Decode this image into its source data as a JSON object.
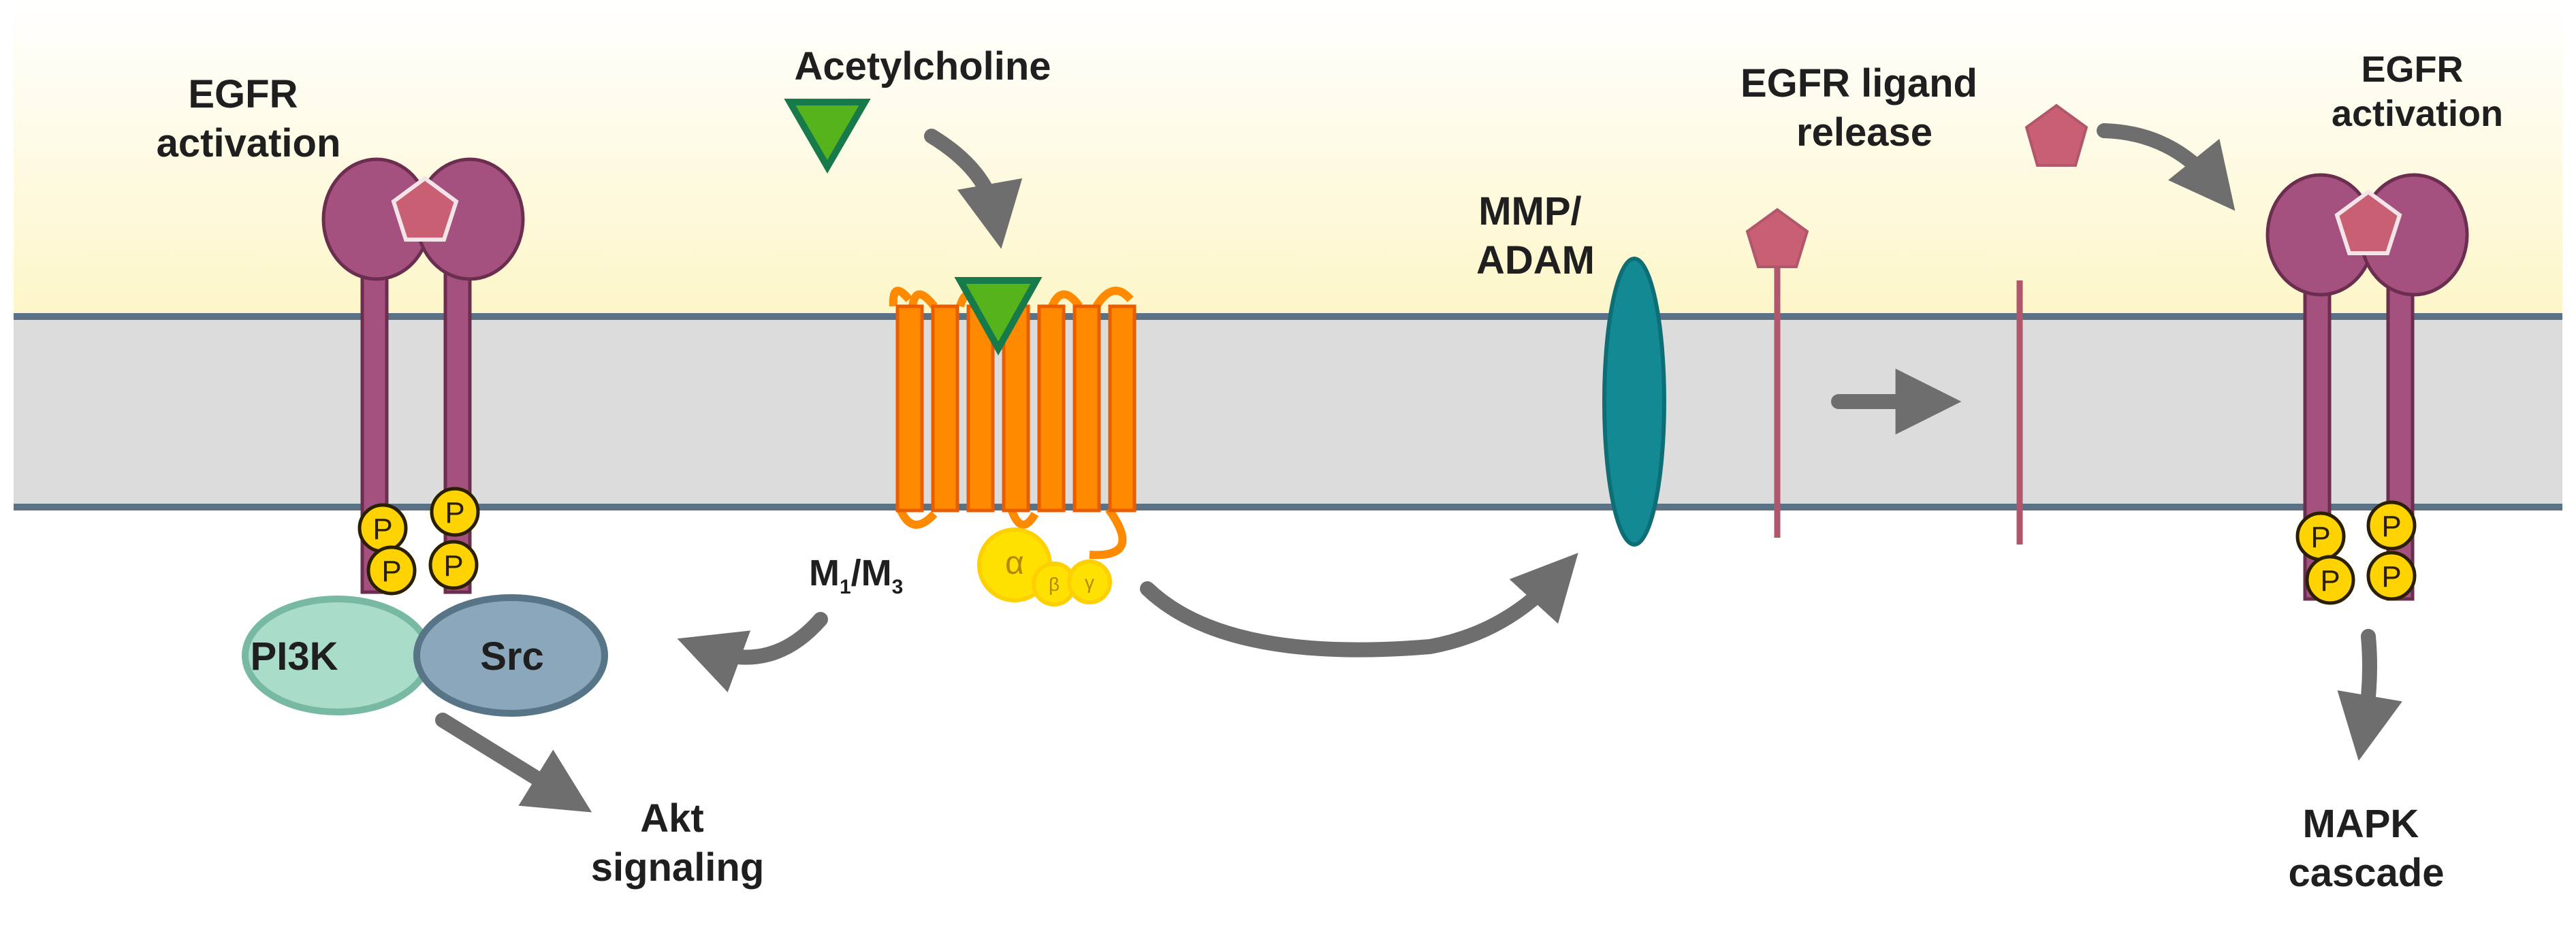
{
  "labels": {
    "egfr_activation_left": [
      "EGFR",
      "activation"
    ],
    "acetylcholine": "Acetylcholine",
    "mmp_adam": [
      "MMP/",
      "ADAM"
    ],
    "egfr_ligand_release": [
      "EGFR ligand",
      "release"
    ],
    "egfr_activation_right": [
      "EGFR",
      "activation"
    ],
    "m1m3": {
      "m": "M",
      "sub1": "1",
      "slash": "/M",
      "sub3": "3"
    },
    "pi3k": "PI3K",
    "src": "Src",
    "akt_signaling": [
      "Akt",
      "signaling"
    ],
    "mapk_cascade": [
      "MAPK",
      "cascade"
    ],
    "g_alpha": "α",
    "g_beta": "β",
    "g_gamma": "γ",
    "phospho": "P"
  },
  "colors": {
    "membrane": "#dcdcdc",
    "membrane_edge": "#5b7186",
    "background_top": "#fdf6c8",
    "receptor": "#a4517f",
    "receptor_edge": "#6b2e4f",
    "ligand": "#c95f72",
    "gpcr": "#ff8a00",
    "gpcr_edge": "#e85d00",
    "acetylcholine": "#56b31c",
    "acetylcholine_edge": "#167a4a",
    "g_protein": "#ffe100",
    "mmp": "#138a93",
    "pi3k": "#a9ddc9",
    "src": "#8aa7bb",
    "phospho": "#ffd300",
    "arrow": "#6e6e6e"
  }
}
